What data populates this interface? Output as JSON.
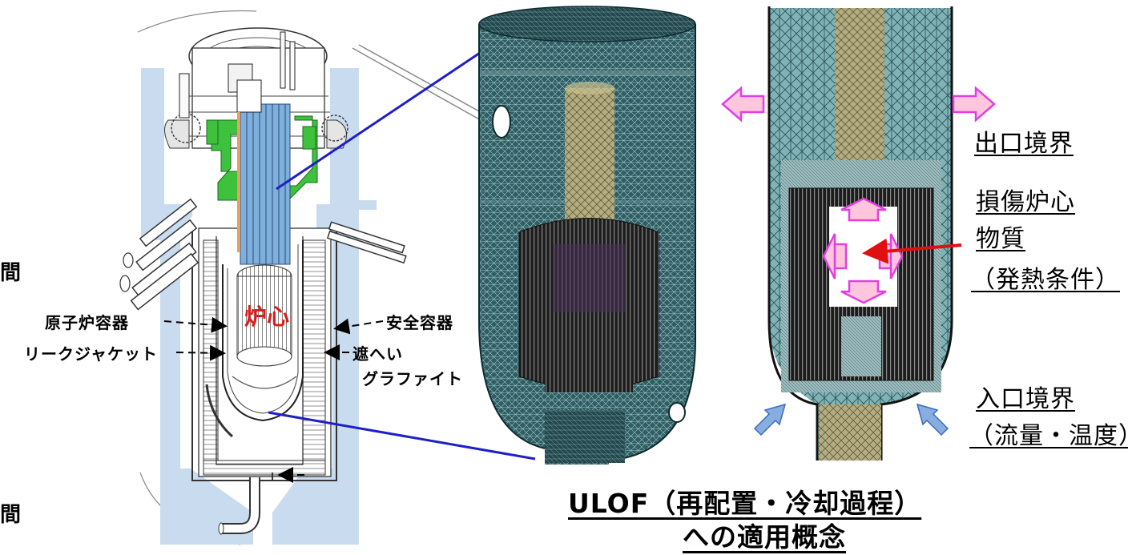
{
  "left_edge_partial": [
    "間",
    "間"
  ],
  "reactor_labels": {
    "core": "炉心",
    "reactor_vessel": "原子炉容器",
    "leak_jacket": "リークジャケット",
    "guard_vessel": "安全容器",
    "shield_graphite_line1": "遮へい",
    "shield_graphite_line2": "グラファイト"
  },
  "boundary_labels": {
    "outlet": "出口境界",
    "damaged_core_line1": "損傷炉心",
    "damaged_core_line2": "物質",
    "damaged_core_line3": "（発熱条件）",
    "inlet_line1": "入口境界",
    "inlet_line2": "（流量・温度）"
  },
  "caption": {
    "line1": "ULOF（再配置・冷却過程）",
    "line2": "への適用概念"
  },
  "colors": {
    "building": "#c9dcef",
    "green_parts": "#3ec23e",
    "blue_parts": "#7fb0dc",
    "mesh": "#3a6a70",
    "arrow_fill": "#ffc6dc",
    "arrow_border": "#e23ee2",
    "inlet_arrow": "#88aee0",
    "connector_lines": "#1f1fc8",
    "red_arrow": "#e01010"
  }
}
